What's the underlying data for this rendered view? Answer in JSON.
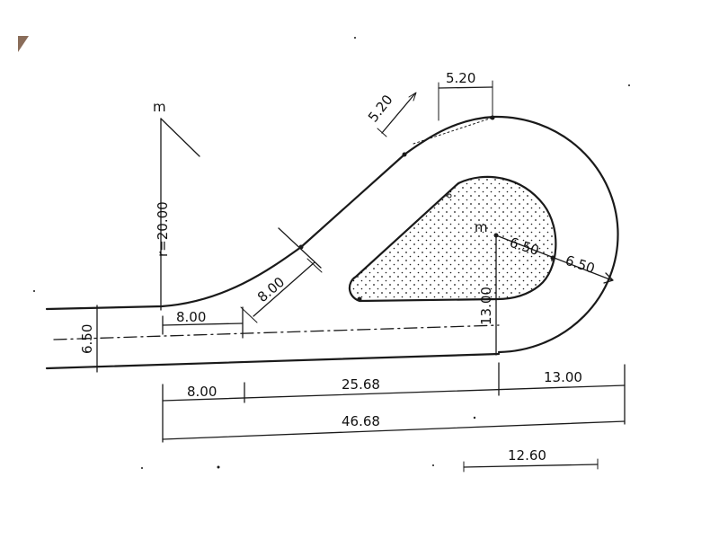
{
  "labels": {
    "center_mark_left": "m",
    "center_mark_island": "m",
    "radius_large": "r=20.00",
    "lane_width": "6.50",
    "straight_offset": "8.00",
    "transition_length": "8.00",
    "segment_a": "5.20",
    "segment_b": "5.20",
    "island_radius": "6.50",
    "outer_ring": "6.50",
    "island_offset": "13.00",
    "dim_left": "8.00",
    "dim_middle": "25.68",
    "dim_right": "13.00",
    "dim_total": "46.68",
    "dim_scale": "12.60"
  },
  "colors": {
    "ink": "#1a1a1a",
    "paper": "#ffffff",
    "corner_mark": "#8a6d5a"
  }
}
